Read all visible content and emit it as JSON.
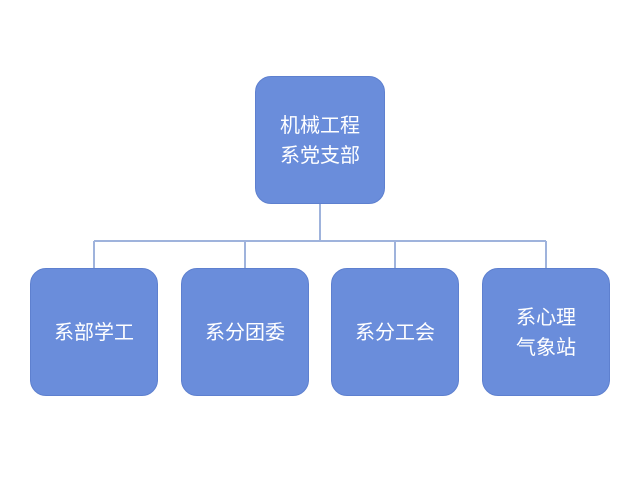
{
  "org_chart": {
    "root": {
      "label": "机械工程\n系党支部"
    },
    "children": [
      {
        "label": "系部学工"
      },
      {
        "label": "系分团委"
      },
      {
        "label": "系分工会"
      },
      {
        "label": "系心理\n气象站"
      }
    ]
  },
  "colors": {
    "node_fill": "#6a8ddb",
    "node_text": "#ffffff",
    "connector": "#9fb3dc"
  }
}
